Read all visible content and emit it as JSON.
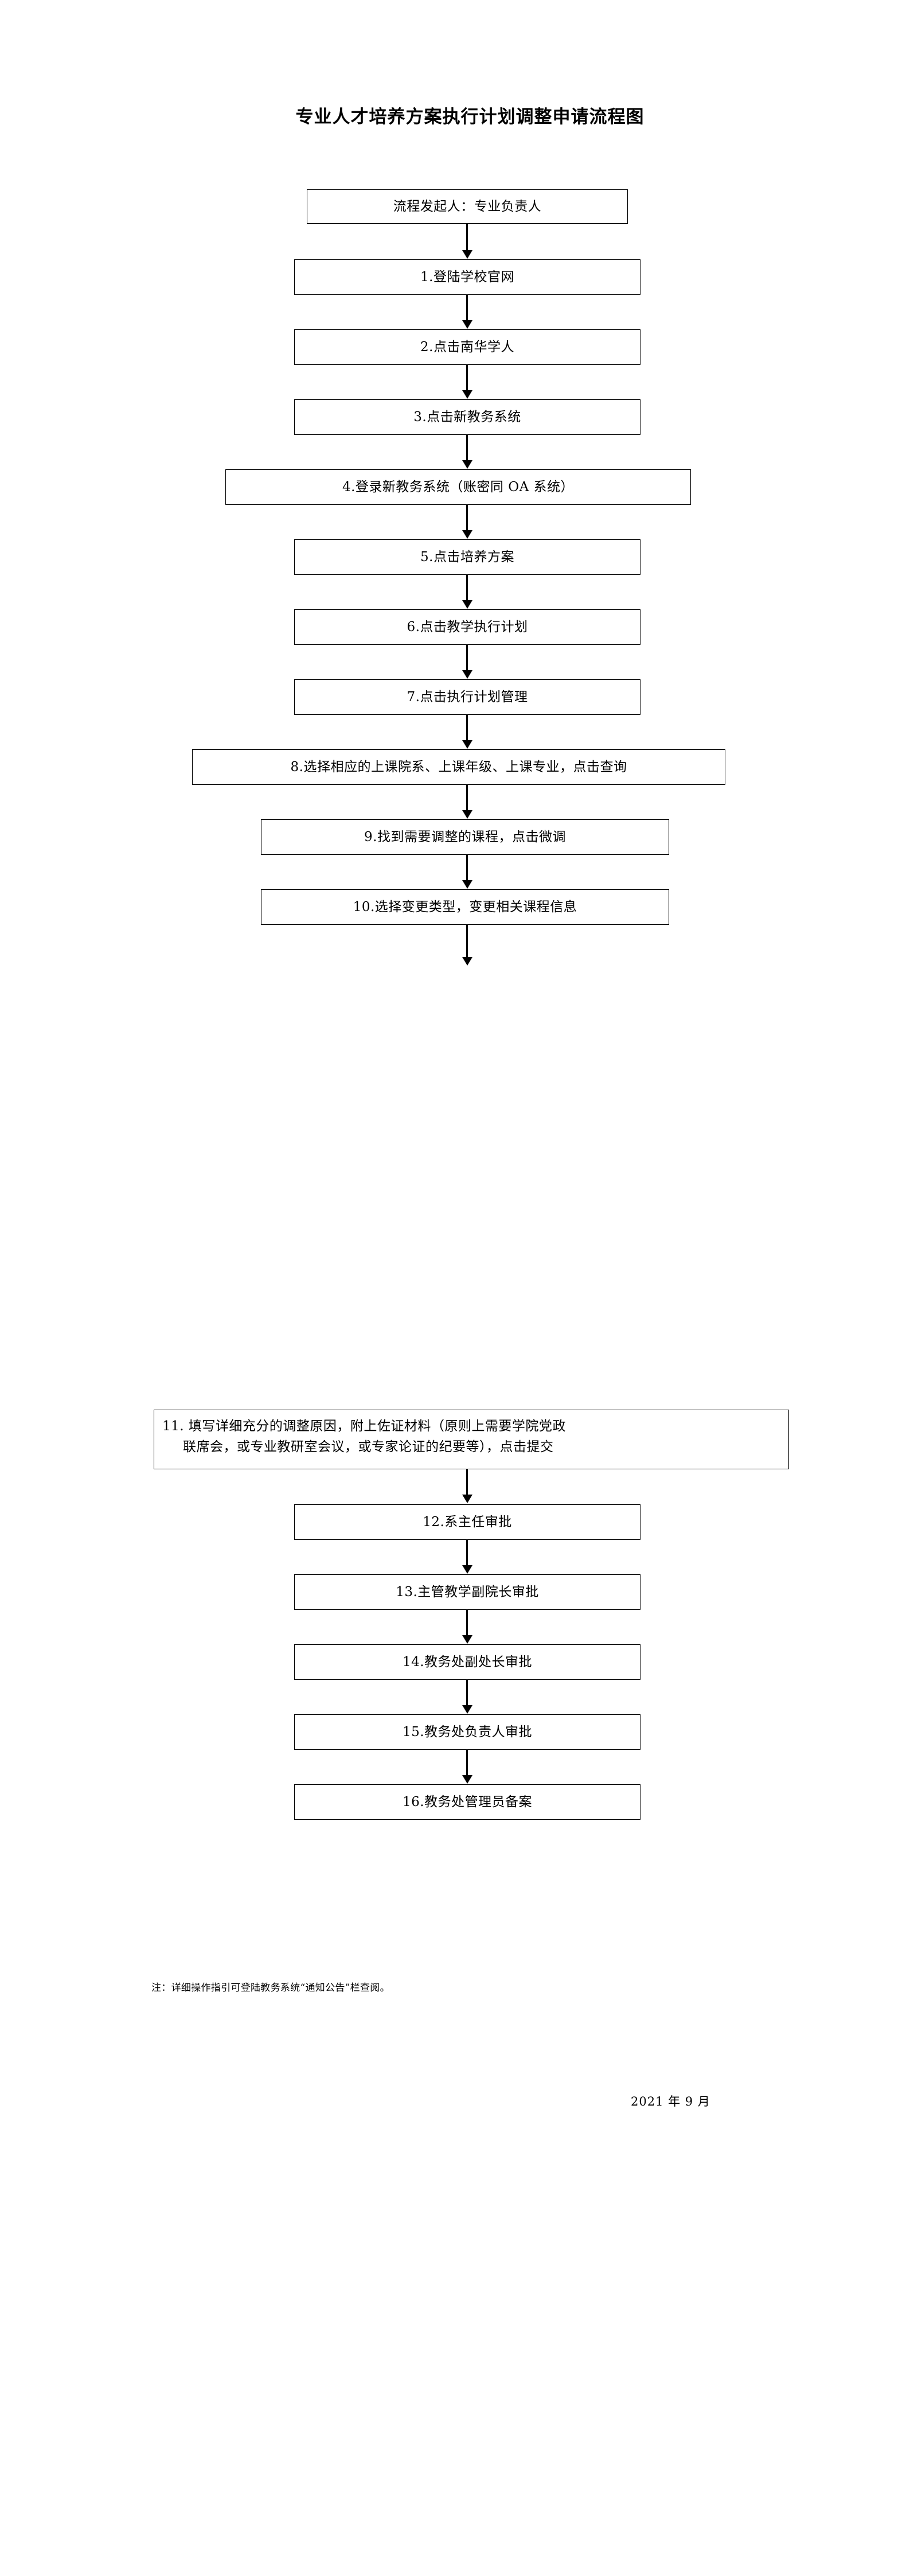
{
  "document": {
    "title": "专业人才培养方案执行计划调整申请流程图",
    "note": "注：详细操作指引可登陆教务系统“通知公告”栏查阅。",
    "date": "2021 年 9 月"
  },
  "flow": {
    "nodes": [
      {
        "id": "initiator",
        "label": "流程发起人：专业负责人"
      },
      {
        "id": "step-1",
        "label": "1.登陆学校官网"
      },
      {
        "id": "step-2",
        "label": "2.点击南华学人"
      },
      {
        "id": "step-3",
        "label": "3.点击新教务系统"
      },
      {
        "id": "step-4",
        "label": "4.登录新教务系统（账密同 OA 系统）"
      },
      {
        "id": "step-5",
        "label": "5.点击培养方案"
      },
      {
        "id": "step-6",
        "label": "6.点击教学执行计划"
      },
      {
        "id": "step-7",
        "label": "7.点击执行计划管理"
      },
      {
        "id": "step-8",
        "label": "8.选择相应的上课院系、上课年级、上课专业，点击查询"
      },
      {
        "id": "step-9",
        "label": "9.找到需要调整的课程，点击微调"
      },
      {
        "id": "step-10",
        "label": "10.选择变更类型，变更相关课程信息"
      },
      {
        "id": "step-11",
        "label": "11. 填写详细充分的调整原因，附上佐证材料（原则上需要学院党政联席会，或专业教研室会议，或专家论证的纪要等），点击提交",
        "line1": "11. 填写详细充分的调整原因，附上佐证材料（原则上需要学院党政",
        "line2": "联席会，或专业教研室会议，或专家论证的纪要等），点击提交"
      },
      {
        "id": "step-12",
        "label": "12.系主任审批"
      },
      {
        "id": "step-13",
        "label": "13.主管教学副院长审批"
      },
      {
        "id": "step-14",
        "label": "14.教务处副处长审批"
      },
      {
        "id": "step-15",
        "label": "15.教务处负责人审批"
      },
      {
        "id": "step-16",
        "label": "16.教务处管理员备案"
      }
    ]
  },
  "style": {
    "border_color": "#000000",
    "text_color": "#000000",
    "background": "#ffffff"
  }
}
